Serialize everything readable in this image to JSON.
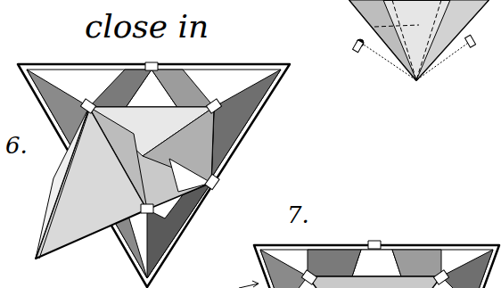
{
  "diagram": {
    "labels": [
      "close in",
      "6.",
      "7."
    ]
  }
}
